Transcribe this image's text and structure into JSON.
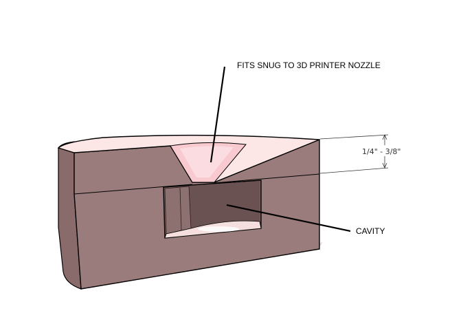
{
  "annotations": {
    "nozzle_label": "FITS SNUG TO 3D PRINTER NOZZLE",
    "cavity_label": "CAVITY",
    "dimension_label": "1/4\" - 3/8\""
  },
  "colors": {
    "body_front": "#9a7c7c",
    "body_side": "#8a6b6b",
    "top_face": "#fde6e6",
    "cone": "#f8c9cf",
    "cavity_back": "#6b5252",
    "outline": "#000000"
  }
}
